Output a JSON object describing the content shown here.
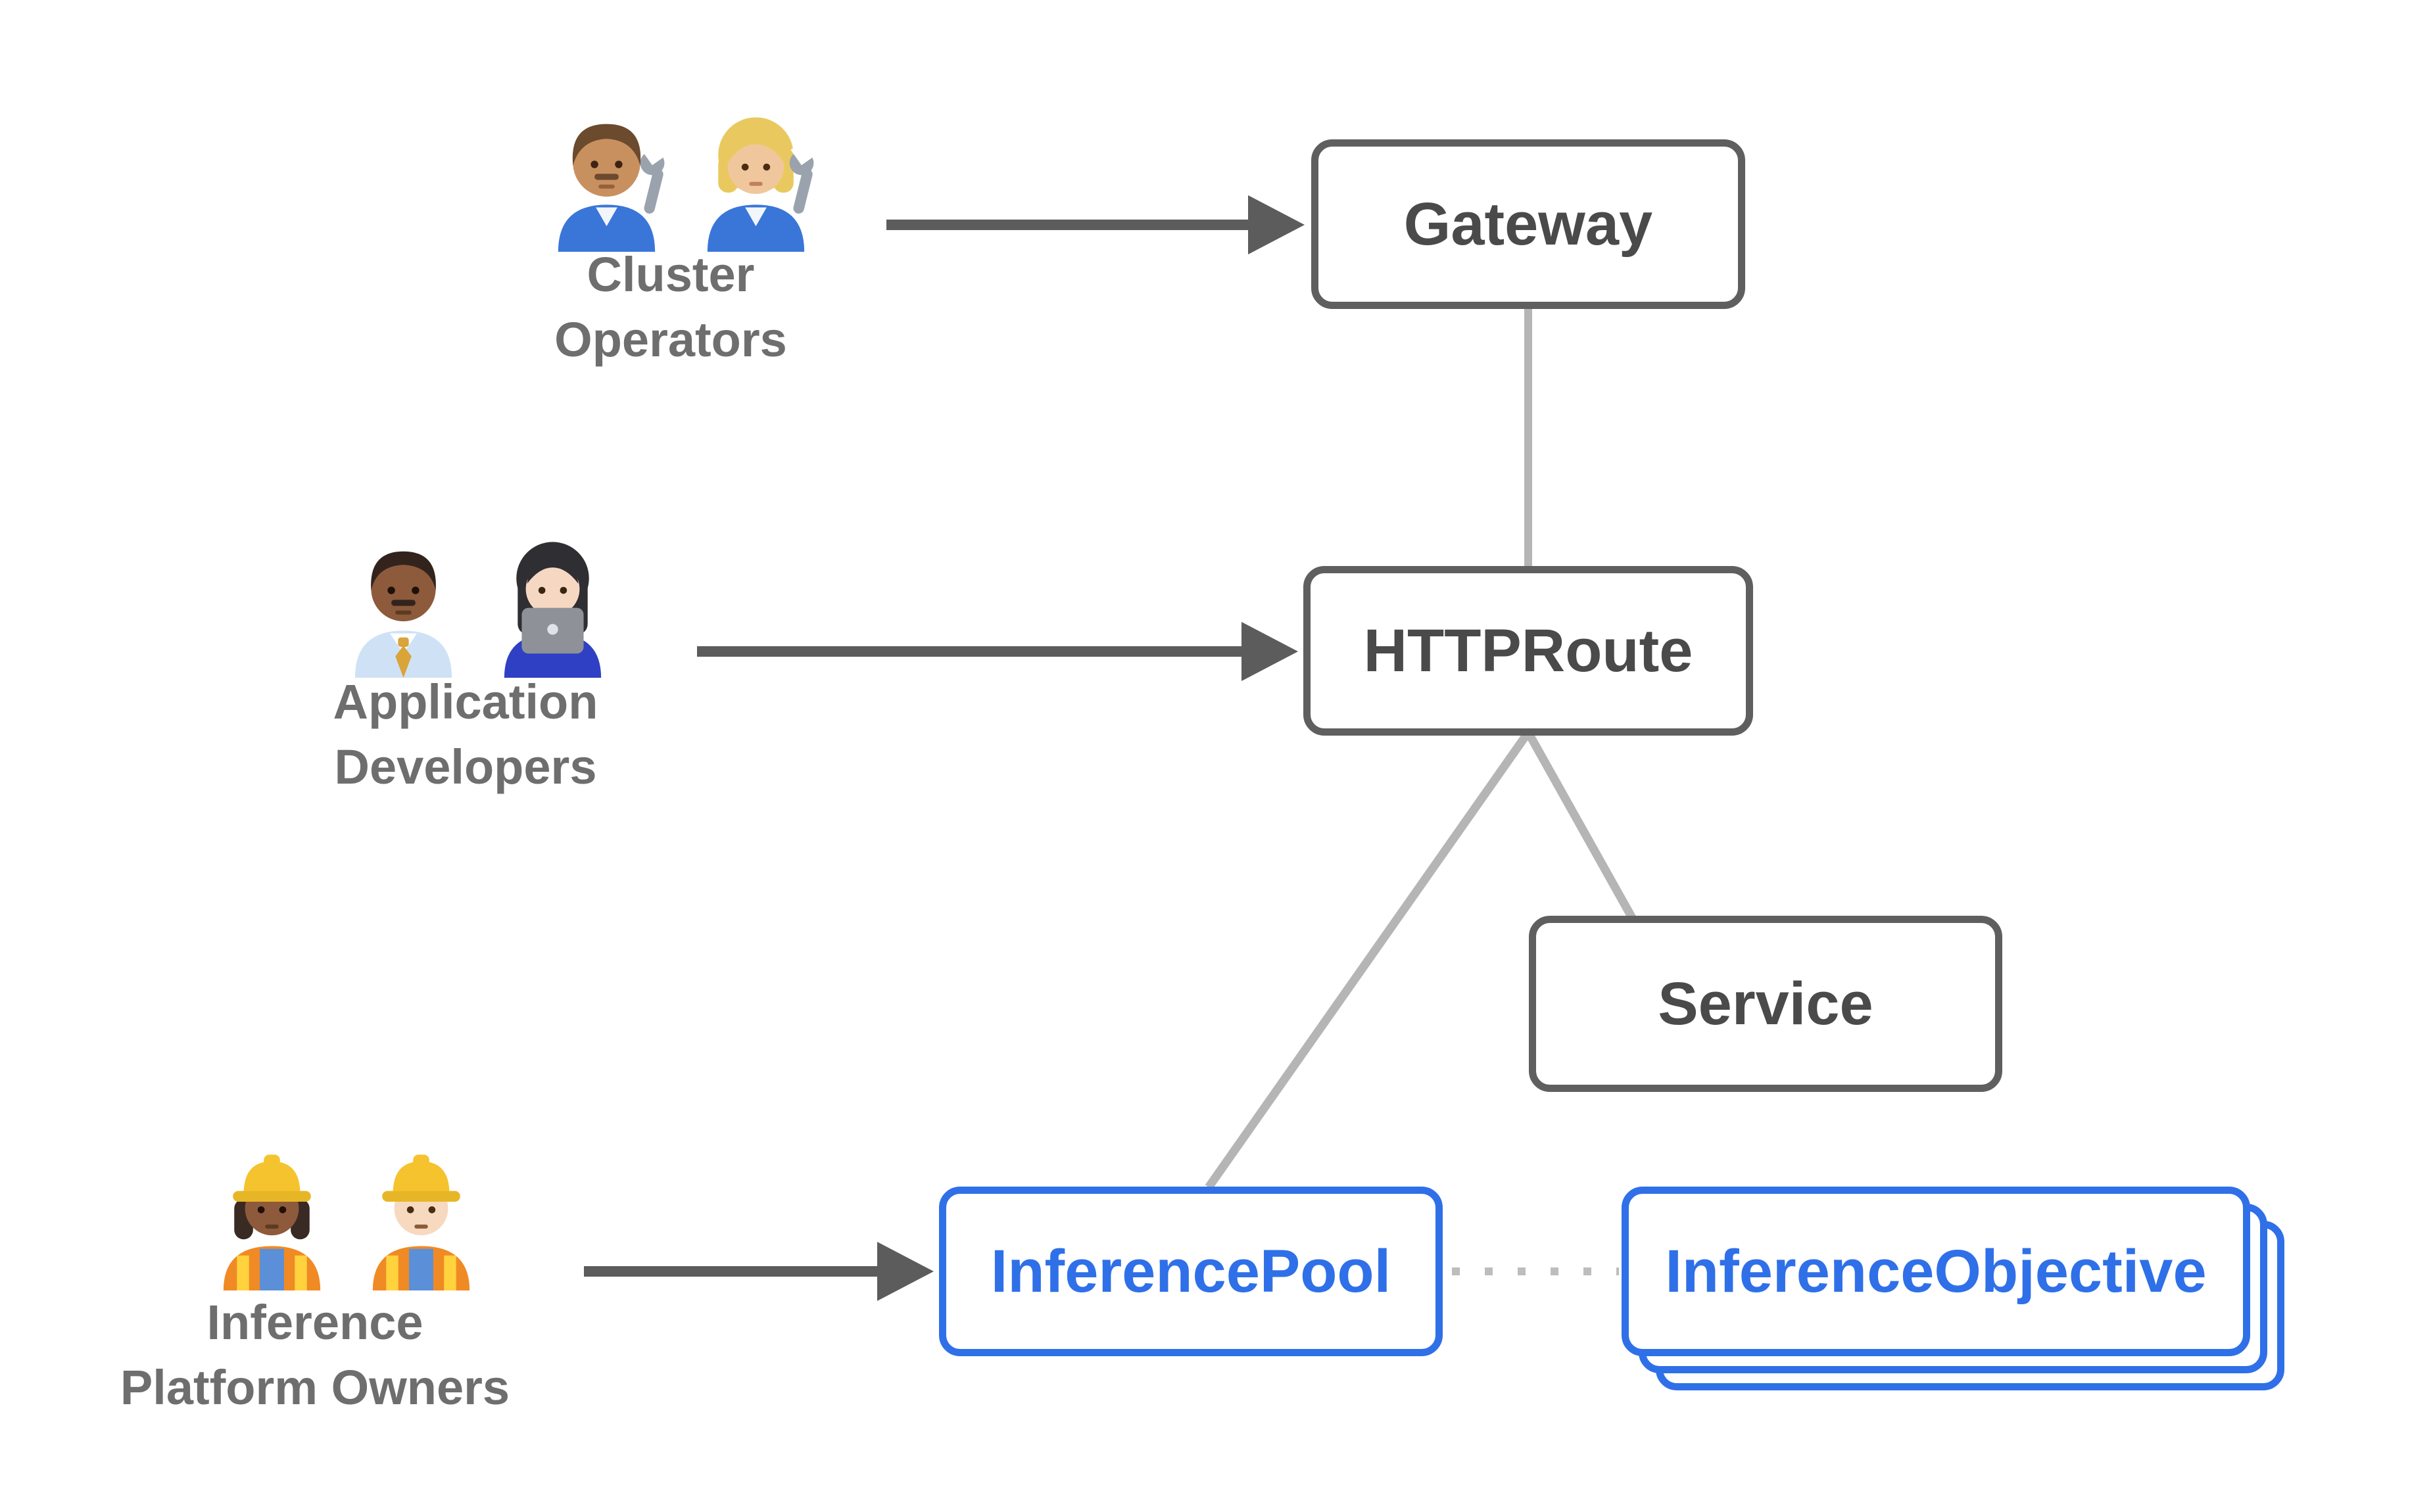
{
  "personas": [
    {
      "id": "cluster-operators",
      "line1": "Cluster",
      "line2": "Operators",
      "icons": [
        "man-mechanic-emoji",
        "woman-mechanic-emoji"
      ]
    },
    {
      "id": "application-developers",
      "line1": "Application",
      "line2": "Developers",
      "icons": [
        "man-office-worker-emoji",
        "woman-technologist-emoji"
      ]
    },
    {
      "id": "inference-platform-owners",
      "line1": "Inference",
      "line2": "Platform Owners",
      "icons": [
        "woman-construction-worker-emoji",
        "man-construction-worker-emoji"
      ]
    }
  ],
  "nodes": {
    "gateway": {
      "label": "Gateway"
    },
    "httproute": {
      "label": "HTTPRoute"
    },
    "service": {
      "label": "Service"
    },
    "inference_pool": {
      "label": "InferencePool"
    },
    "inference_objective": {
      "label": "InferenceObjective",
      "stacked": true
    }
  },
  "edges": [
    {
      "from": "cluster-operators",
      "to": "gateway",
      "style": "solid-arrow"
    },
    {
      "from": "application-developers",
      "to": "httproute",
      "style": "solid-arrow"
    },
    {
      "from": "inference-platform-owners",
      "to": "inference_pool",
      "style": "solid-arrow"
    },
    {
      "from": "gateway",
      "to": "httproute",
      "style": "plain-line"
    },
    {
      "from": "httproute",
      "to": "inference_pool",
      "style": "plain-line"
    },
    {
      "from": "httproute",
      "to": "service",
      "style": "plain-line"
    },
    {
      "from": "inference_pool",
      "to": "inference_objective",
      "style": "dotted-line"
    }
  ],
  "colors": {
    "node_border_gray": "#5f5f5f",
    "node_text_gray": "#4a4a4a",
    "persona_text_gray": "#6e6e6e",
    "accent_blue": "#2f70e8",
    "connector_light_gray": "#b5b5b5",
    "arrow_dark_gray": "#5c5c5c",
    "dotted_gray": "#bdbdbd",
    "background": "#ffffff"
  }
}
